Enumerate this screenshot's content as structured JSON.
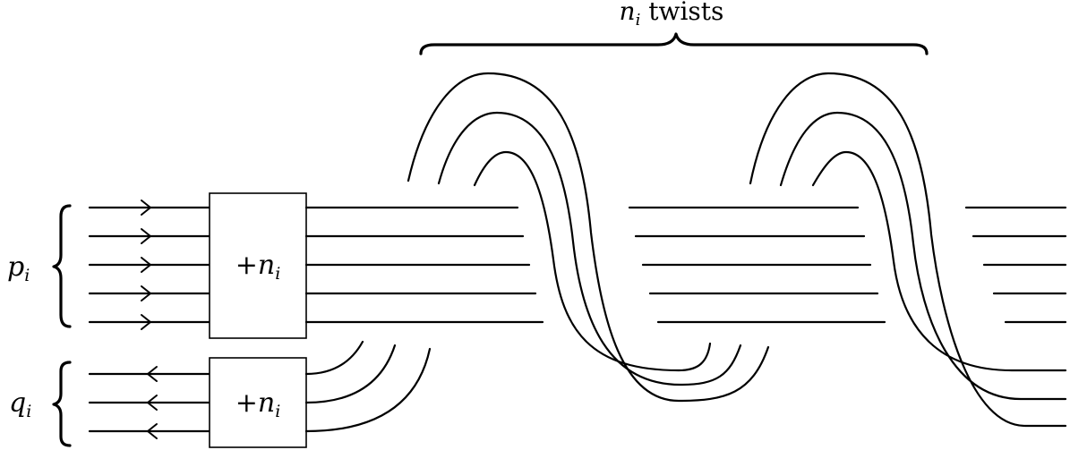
{
  "labels": {
    "twists_label": "n",
    "twists_sub": "i",
    "twists_word": " twists",
    "p_label": "p",
    "p_sub": "i",
    "q_label": "q",
    "q_sub": "i",
    "box_top_prefix": "+n",
    "box_top_sub": "i",
    "box_bottom_prefix": "+n",
    "box_bottom_sub": "i"
  },
  "strands": {
    "p_count": 5,
    "q_count": 3,
    "p_direction": "right",
    "q_direction": "left"
  }
}
